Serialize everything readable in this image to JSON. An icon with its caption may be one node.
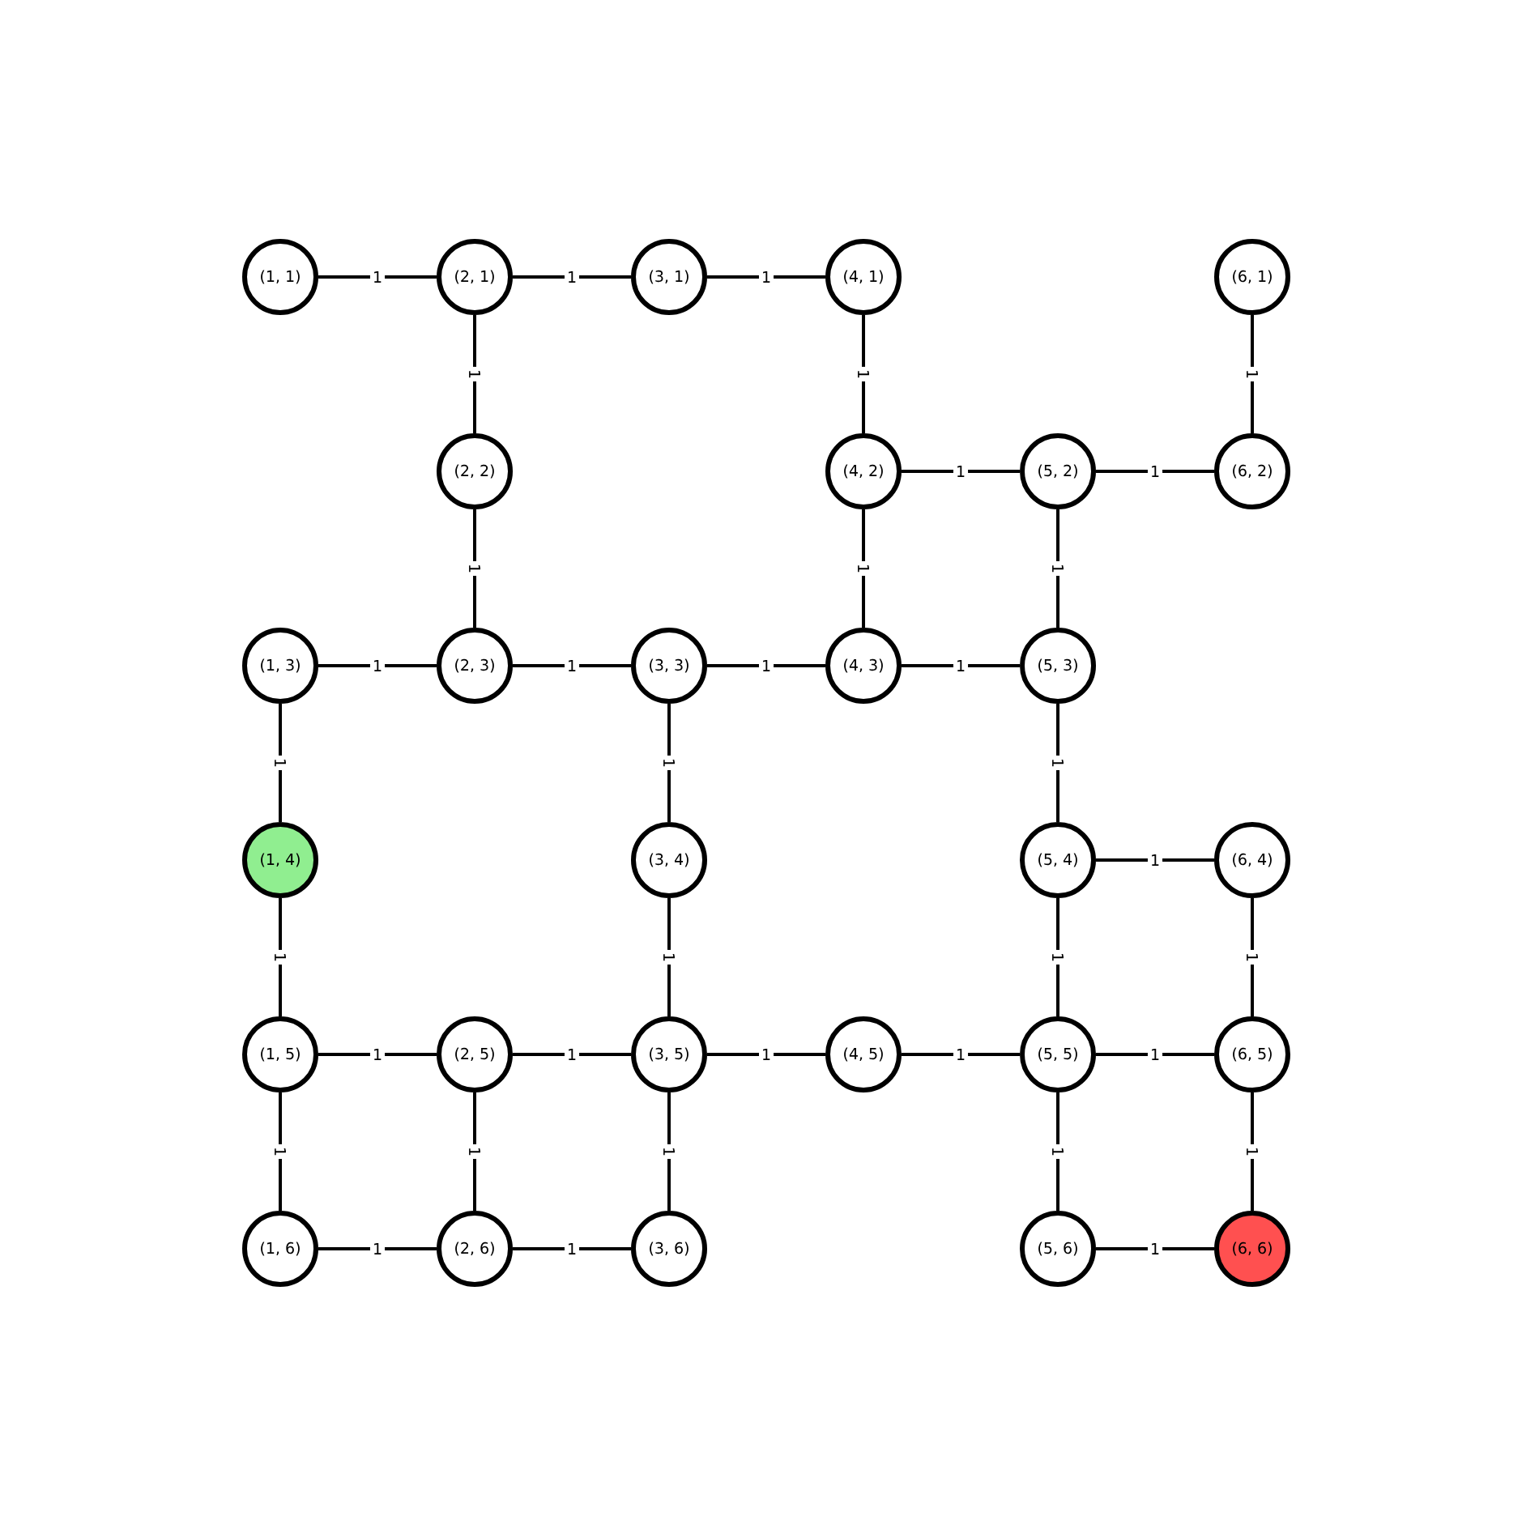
{
  "diagram": {
    "nodes": [
      {
        "text": [
          "(1, 1)"
        ]
      },
      {
        "text": [
          "(2, 1)"
        ]
      },
      {
        "text": [
          "(3, 1)"
        ]
      },
      {
        "text": [
          "(4, 1)"
        ]
      },
      {
        "text": [
          "(6, 1)"
        ]
      },
      {
        "text": [
          "(2, 2)"
        ]
      },
      {
        "text": [
          "(4, 2)"
        ]
      },
      {
        "text": [
          "(5, 2)"
        ]
      },
      {
        "text": [
          "(6, 2)"
        ]
      },
      {
        "text": [
          "(1, 3)"
        ]
      },
      {
        "text": [
          "(2, 3)"
        ]
      },
      {
        "text": [
          "(3, 3)"
        ]
      },
      {
        "text": [
          "(4, 3)"
        ]
      },
      {
        "text": [
          "(5, 3)"
        ]
      },
      {
        "text": [
          "(1, 4)"
        ]
      },
      {
        "text": [
          "(3, 4)"
        ]
      },
      {
        "text": [
          "(5, 4)"
        ]
      },
      {
        "text": [
          "(6, 4)"
        ]
      },
      {
        "text": [
          "(1, 5)"
        ]
      },
      {
        "text": [
          "(2, 5)"
        ]
      },
      {
        "text": [
          "(3, 5)"
        ]
      },
      {
        "text": [
          "(4, 5)"
        ]
      },
      {
        "text": [
          "(5, 5)"
        ]
      },
      {
        "text": [
          "(6, 5)"
        ]
      },
      {
        "text": [
          "(1, 6)"
        ]
      },
      {
        "text": [
          "(2, 6)"
        ]
      },
      {
        "text": [
          "(3, 6)"
        ]
      },
      {
        "text": [
          "(5, 6)"
        ]
      },
      {
        "text": [
          "(6, 6)"
        ]
      }
    ],
    "edges": [
      {
        "from": 0,
        "to": 1,
        "arrow": "none",
        "label": "1"
      },
      {
        "from": 1,
        "to": 2,
        "arrow": "none",
        "label": "1"
      },
      {
        "from": 2,
        "to": 3,
        "arrow": "none",
        "label": "1"
      },
      {
        "from": 6,
        "to": 7,
        "arrow": "none",
        "label": "1"
      },
      {
        "from": 7,
        "to": 8,
        "arrow": "none",
        "label": "1"
      },
      {
        "from": 9,
        "to": 10,
        "arrow": "none",
        "label": "1"
      },
      {
        "from": 10,
        "to": 11,
        "arrow": "none",
        "label": "1"
      },
      {
        "from": 11,
        "to": 12,
        "arrow": "none",
        "label": "1"
      },
      {
        "from": 12,
        "to": 13,
        "arrow": "none",
        "label": "1"
      },
      {
        "from": 16,
        "to": 17,
        "arrow": "none",
        "label": "1"
      },
      {
        "from": 18,
        "to": 19,
        "arrow": "none",
        "label": "1"
      },
      {
        "from": 19,
        "to": 20,
        "arrow": "none",
        "label": "1"
      },
      {
        "from": 20,
        "to": 21,
        "arrow": "none",
        "label": "1"
      },
      {
        "from": 21,
        "to": 22,
        "arrow": "none",
        "label": "1"
      },
      {
        "from": 22,
        "to": 23,
        "arrow": "none",
        "label": "1"
      },
      {
        "from": 24,
        "to": 25,
        "arrow": "none",
        "label": "1"
      },
      {
        "from": 25,
        "to": 26,
        "arrow": "none",
        "label": "1"
      },
      {
        "from": 27,
        "to": 28,
        "arrow": "none",
        "label": "1"
      },
      {
        "from": 1,
        "to": 5,
        "arrow": "none",
        "label": "1"
      },
      {
        "from": 5,
        "to": 10,
        "arrow": "none",
        "label": "1"
      },
      {
        "from": 3,
        "to": 6,
        "arrow": "none",
        "label": "1"
      },
      {
        "from": 6,
        "to": 12,
        "arrow": "none",
        "label": "1"
      },
      {
        "from": 4,
        "to": 8,
        "arrow": "none",
        "label": "1"
      },
      {
        "from": 7,
        "to": 13,
        "arrow": "none",
        "label": "1"
      },
      {
        "from": 9,
        "to": 14,
        "arrow": "none",
        "label": "1"
      },
      {
        "from": 14,
        "to": 18,
        "arrow": "none",
        "label": "1"
      },
      {
        "from": 18,
        "to": 24,
        "arrow": "none",
        "label": "1"
      },
      {
        "from": 11,
        "to": 15,
        "arrow": "none",
        "label": "1"
      },
      {
        "from": 15,
        "to": 20,
        "arrow": "none",
        "label": "1"
      },
      {
        "from": 20,
        "to": 26,
        "arrow": "none",
        "label": "1"
      },
      {
        "from": 13,
        "to": 16,
        "arrow": "none",
        "label": "1"
      },
      {
        "from": 16,
        "to": 22,
        "arrow": "none",
        "label": "1"
      },
      {
        "from": 22,
        "to": 27,
        "arrow": "none",
        "label": "1"
      },
      {
        "from": 17,
        "to": 23,
        "arrow": "none",
        "label": "1"
      },
      {
        "from": 23,
        "to": 28,
        "arrow": "none",
        "label": "1"
      },
      {
        "from": 19,
        "to": 25,
        "arrow": "none",
        "label": "1"
      }
    ]
  }
}
